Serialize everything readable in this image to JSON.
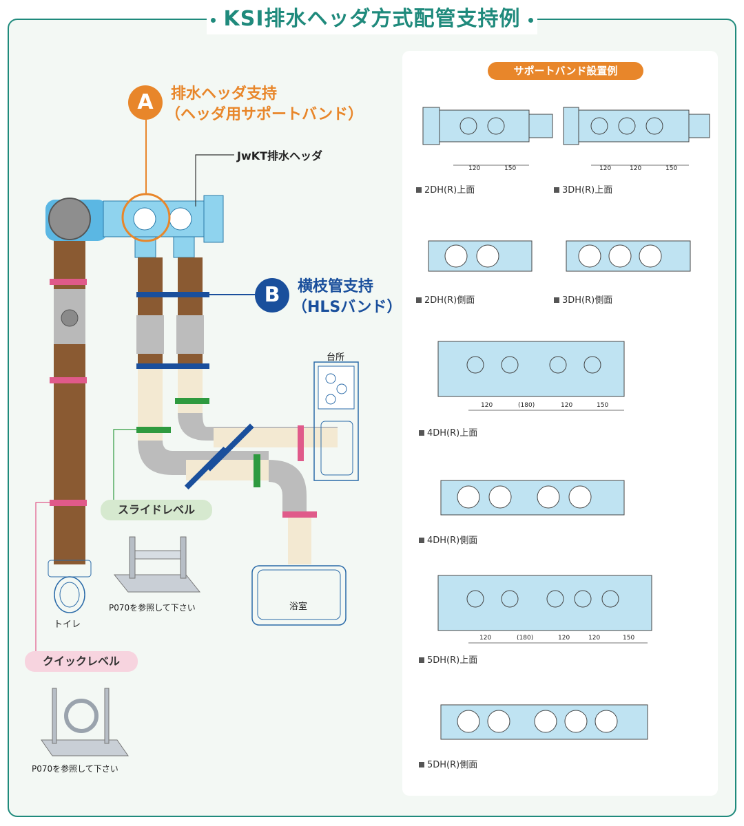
{
  "title": "KSI排水ヘッダ方式配管支持例",
  "colors": {
    "accent_teal": "#1f8a7c",
    "orange": "#e8862a",
    "blue_band": "#1a4f9c",
    "pink_band": "#e05a8a",
    "green_band": "#2e9a3f",
    "pipe_brown": "#8a5a32",
    "pipe_cream": "#f3e9d2",
    "header_blue": "#8fd3ee"
  },
  "callout_a": {
    "badge": "A",
    "line1": "排水ヘッダ支持",
    "line2": "（ヘッダ用サポートバンド）"
  },
  "callout_b": {
    "badge": "B",
    "line1": "横枝管支持",
    "line2": "（HLSバンド）"
  },
  "header_label": "JwKT排水ヘッダ",
  "kitchen_label": "台所",
  "bath_label": "浴室",
  "toilet_label": "トイレ",
  "slide_level": {
    "label": "スライドレベル",
    "ref": "P070を参照して下さい"
  },
  "quick_level": {
    "label": "クイックレベル",
    "ref": "P070を参照して下さい"
  },
  "right_panel": {
    "title": "サポートバンド設置例",
    "captions": {
      "c2dh_top": "2DH(R)上面",
      "c3dh_top": "3DH(R)上面",
      "c2dh_side": "2DH(R)側面",
      "c3dh_side": "3DH(R)側面",
      "c4dh_top": "4DH(R)上面",
      "c4dh_side": "4DH(R)側面",
      "c5dh_top": "5DH(R)上面",
      "c5dh_side": "5DH(R)側面"
    },
    "dims": {
      "d2": [
        "120",
        "150"
      ],
      "d3": [
        "120",
        "120",
        "150"
      ],
      "d4": [
        "120",
        "(180)",
        "120",
        "150"
      ],
      "d5": [
        "120",
        "(180)",
        "120",
        "120",
        "150"
      ]
    }
  }
}
